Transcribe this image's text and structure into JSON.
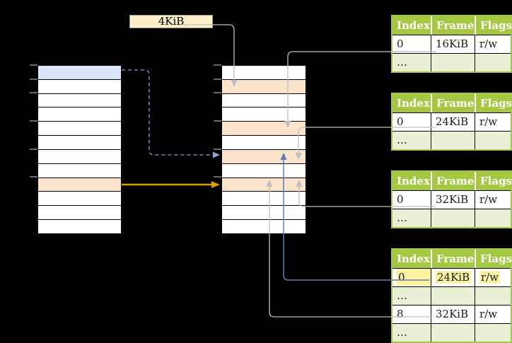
{
  "label_4kib": {
    "text": "4KiB"
  },
  "left_column": {
    "rows": [
      "blue",
      "",
      "",
      "",
      "",
      "",
      "",
      "",
      "orange",
      "",
      "",
      ""
    ]
  },
  "middle_column": {
    "rows": [
      "",
      "orange",
      "",
      "",
      "orange",
      "",
      "orange",
      "",
      "orange",
      "",
      "",
      ""
    ]
  },
  "tables": [
    {
      "headers": [
        "Index",
        "Frame",
        "Flags"
      ],
      "rows": [
        {
          "cells": [
            "0",
            "16KiB",
            "r/w"
          ],
          "variant": "white"
        },
        {
          "cells": [
            "…",
            "",
            ""
          ],
          "variant": "green"
        }
      ]
    },
    {
      "headers": [
        "Index",
        "Frame",
        "Flags"
      ],
      "rows": [
        {
          "cells": [
            "0",
            "24KiB",
            "r/w"
          ],
          "variant": "white"
        },
        {
          "cells": [
            "…",
            "",
            ""
          ],
          "variant": "green"
        }
      ]
    },
    {
      "headers": [
        "Index",
        "Frame",
        "Flags"
      ],
      "rows": [
        {
          "cells": [
            "0",
            "32KiB",
            "r/w"
          ],
          "variant": "white"
        },
        {
          "cells": [
            "…",
            "",
            ""
          ],
          "variant": "green"
        }
      ]
    },
    {
      "headers": [
        "Index",
        "Frame",
        "Flags"
      ],
      "rows": [
        {
          "cells": [
            "0",
            "24KiB",
            "r/w"
          ],
          "variant": "white",
          "highlight": true
        },
        {
          "cells": [
            "…",
            "",
            ""
          ],
          "variant": "green"
        },
        {
          "cells": [
            "8",
            "32KiB",
            "r/w"
          ],
          "variant": "white"
        },
        {
          "cells": [
            "…",
            "",
            ""
          ],
          "variant": "green"
        }
      ]
    }
  ],
  "colors": {
    "background": "#000000",
    "cell_white": "#FFFFFF",
    "cell_blue": "#DAE6F8",
    "cell_orange": "#FCE4CC",
    "cell_border": "#000000",
    "label_bg": "#FDEFC8",
    "label_border": "#999987",
    "table_green": "#A5C843",
    "table_row_green": "#EAF0D5",
    "table_header_text": "#FFFFFF",
    "highlight_yellow": "#FBF3A2",
    "arrow_gray": "#BFBFBF",
    "arrow_orange": "#DE9B00",
    "arrow_blue_dashed": "#8CA3D6",
    "arrow_blue_solid": "#5C7FB5",
    "tick_gray": "#8C8C8C",
    "text_black": "#1A1A1A"
  }
}
